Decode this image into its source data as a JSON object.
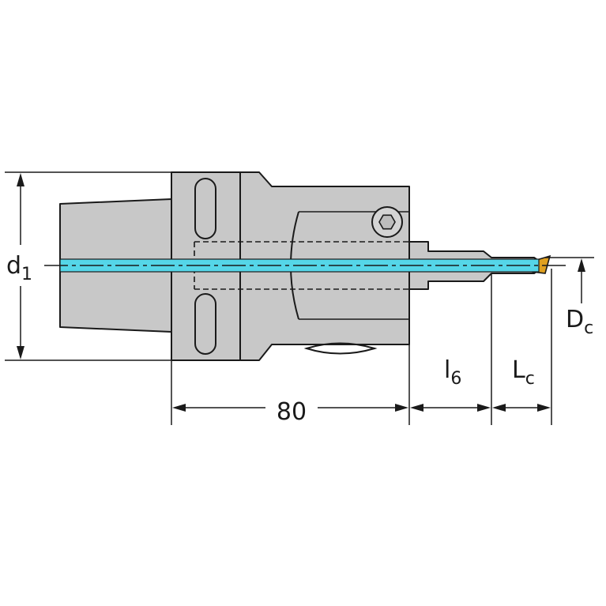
{
  "dimensions": {
    "d1": {
      "main": "d",
      "sub": "1"
    },
    "Dc": {
      "main": "D",
      "sub": "c"
    },
    "l6": {
      "main": "l",
      "sub": "6"
    },
    "Lc": {
      "main": "L",
      "sub": "c"
    },
    "length": "80"
  },
  "colors": {
    "body": "#c8c8c8",
    "coolant": "#55d6e8",
    "insert": "#e0a020",
    "line": "#1a1a1a"
  }
}
